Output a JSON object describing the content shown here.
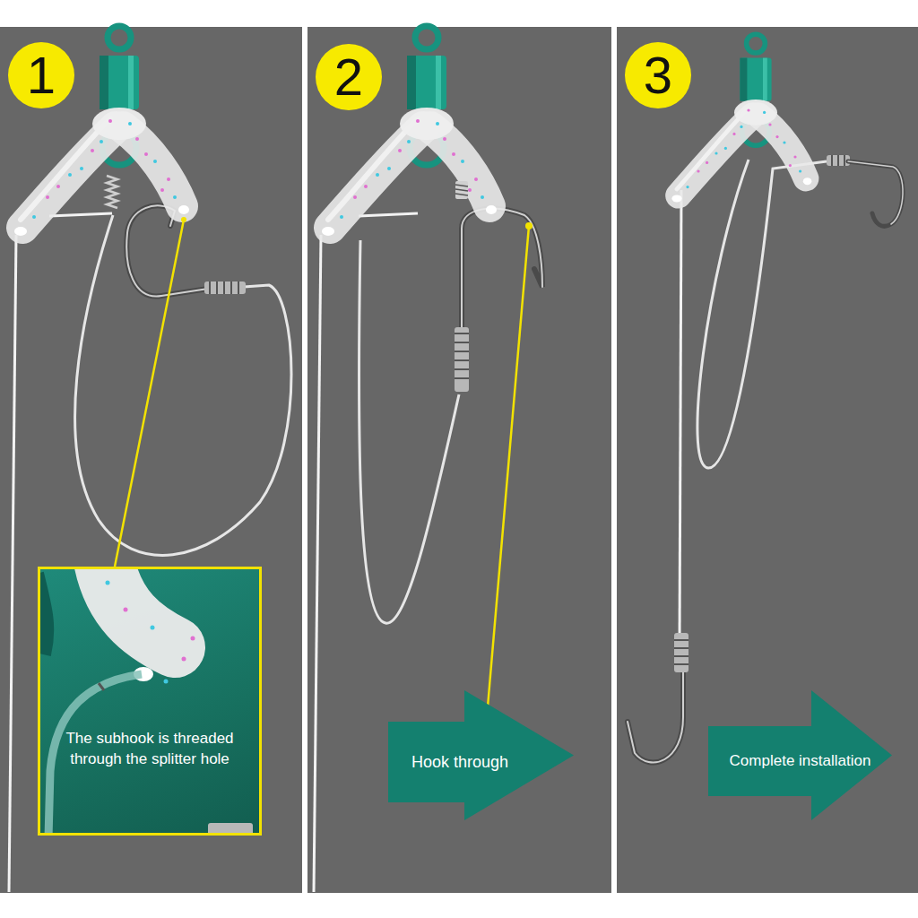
{
  "diagram": {
    "nodes": [
      {
        "text": [
          "1"
        ]
      },
      {
        "text": [
          "The subhook is threaded through the splitter hole"
        ]
      },
      {
        "text": [
          "2"
        ]
      },
      {
        "text": [
          "Hook through"
        ]
      },
      {
        "text": [
          "3"
        ]
      },
      {
        "text": [
          "Complete installation"
        ]
      }
    ]
  }
}
